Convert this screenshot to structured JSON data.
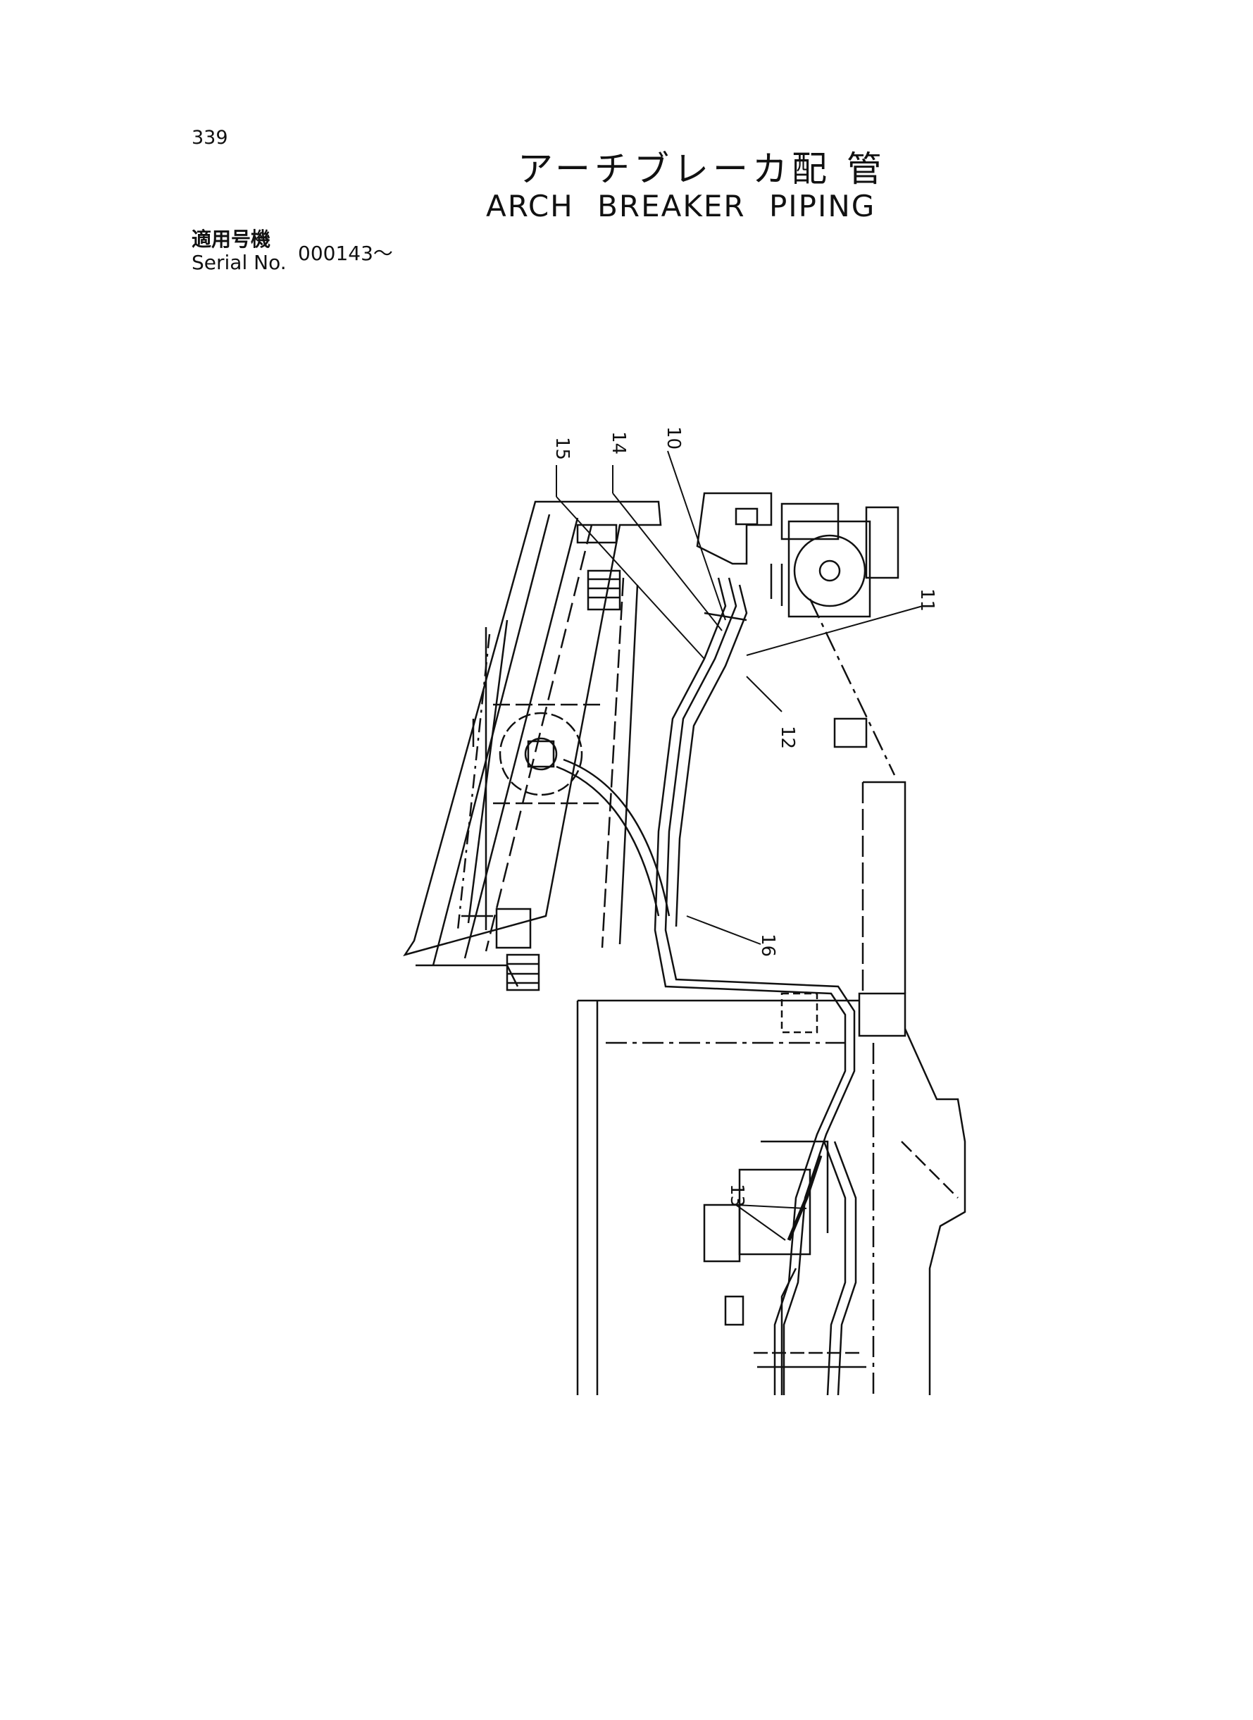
{
  "header": {
    "page_number": "339",
    "title_jp": "アーチブレーカ配 管",
    "title_en": "ARCH  BREAKER  PIPING"
  },
  "serial": {
    "label_jp": "適用号機",
    "label_en": "Serial No.",
    "value": "000143～"
  },
  "callouts": [
    "15",
    "14",
    "10",
    "11",
    "12",
    "16",
    "13"
  ]
}
